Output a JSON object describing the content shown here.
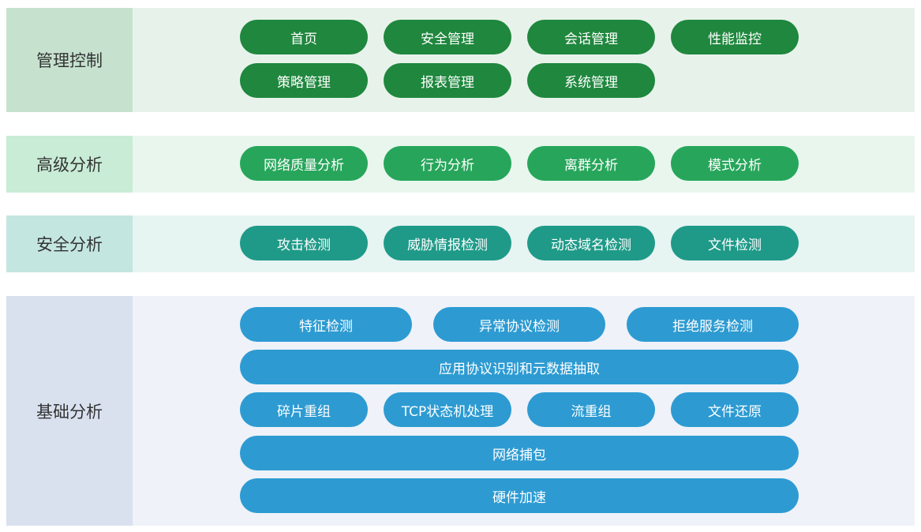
{
  "layers": {
    "management": {
      "title": "管理控制",
      "items": [
        "首页",
        "安全管理",
        "会话管理",
        "性能监控",
        "策略管理",
        "报表管理",
        "系统管理"
      ]
    },
    "advanced": {
      "title": "高级分析",
      "items": [
        "网络质量分析",
        "行为分析",
        "离群分析",
        "模式分析"
      ]
    },
    "security": {
      "title": "安全分析",
      "items": [
        "攻击检测",
        "威胁情报检测",
        "动态域名检测",
        "文件检测"
      ]
    },
    "basic": {
      "title": "基础分析",
      "row1": [
        "特征检测",
        "异常协议检测",
        "拒绝服务检测"
      ],
      "row2": "应用协议识别和元数据抽取",
      "row3": [
        "碎片重组",
        "TCP状态机处理",
        "流重组",
        "文件还原"
      ],
      "row4": "网络捕包",
      "row5": "硬件加速"
    }
  },
  "colors": {
    "management": "#1f873e",
    "advanced": "#27a65b",
    "security": "#1f9a88",
    "basic": "#2d9bd2"
  }
}
